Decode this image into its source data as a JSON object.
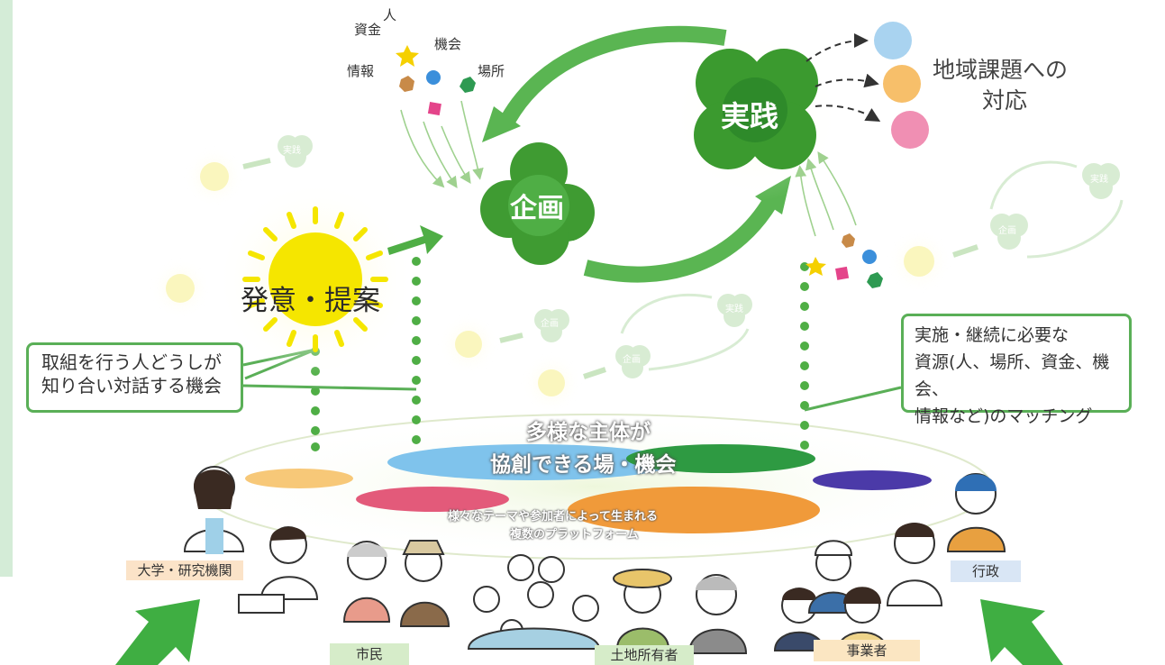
{
  "center": {
    "title_line1": "多様な主体が",
    "title_line2": "協創できる場・機会",
    "sub_line1": "様々なテーマや参加者によって生まれる",
    "sub_line2": "複数のプラットフォーム"
  },
  "cycle": {
    "proposal": "発意・提案",
    "planning": "企画",
    "practice": "実践",
    "small_planning": "企画",
    "small_practice": "実践"
  },
  "outcome": {
    "line1": "地域課題への",
    "line2": "対応"
  },
  "resources": {
    "people": "人",
    "funds": "資金",
    "opportunity": "機会",
    "info": "情報",
    "place": "場所"
  },
  "callouts": {
    "left_line1": "取組を行う人どうしが",
    "left_line2": "知り合い対話する機会",
    "right_line1": "実施・継続に必要な",
    "right_line2": "資源(人、場所、資金、機会、",
    "right_line3": "情報など)のマッチング"
  },
  "actors": {
    "university": "大学・研究機関",
    "citizens": "市民",
    "landowners": "土地所有者",
    "business": "事業者",
    "government": "行政"
  },
  "colors": {
    "green": "#4fae45",
    "dark_green": "#2e8a2a",
    "light_green": "#9fd18f",
    "sun": "#f5e600",
    "blue_circle": "#a9d3f0",
    "orange_circle": "#f7bf6a",
    "pink_circle": "#f08fb3"
  }
}
